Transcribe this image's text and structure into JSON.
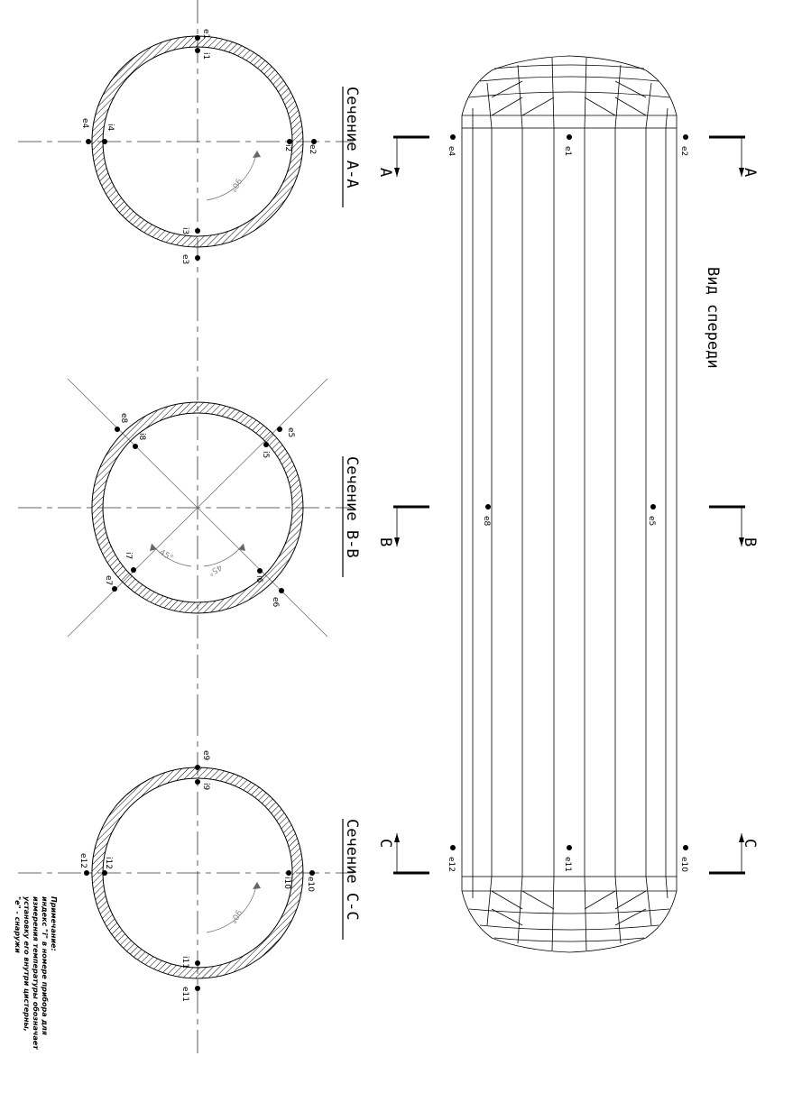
{
  "front_view": {
    "title": "Вид спереди",
    "sensors": [
      "e1",
      "e2",
      "e4",
      "e5",
      "e8",
      "e10",
      "e11",
      "e12"
    ]
  },
  "cut_markers": {
    "a": "A",
    "b": "B",
    "c": "C"
  },
  "sections": [
    {
      "title": "Сечение  A-A",
      "angle_labels": [
        "90°"
      ],
      "outer": [
        "e1",
        "e2",
        "e3",
        "e4"
      ],
      "inner": [
        "i1",
        "i2",
        "i3",
        "i4"
      ]
    },
    {
      "title": "Сечение  B-B",
      "angle_labels": [
        "45°",
        "45°"
      ],
      "outer": [
        "e5",
        "e6",
        "e7",
        "e8"
      ],
      "inner": [
        "i5",
        "i6",
        "i7",
        "i8"
      ]
    },
    {
      "title": "Сечение  C-C",
      "angle_labels": [
        "90°"
      ],
      "outer": [
        "e9",
        "e10",
        "e11",
        "e12"
      ],
      "inner": [
        "i9",
        "i10",
        "i11",
        "i12"
      ]
    }
  ],
  "note": [
    "Примечание:",
    "индекс \"i\" в номере прибора для",
    "измерения температуры обозначает",
    "установку его внутри цистерны,",
    "\"e\" - снаружи"
  ]
}
